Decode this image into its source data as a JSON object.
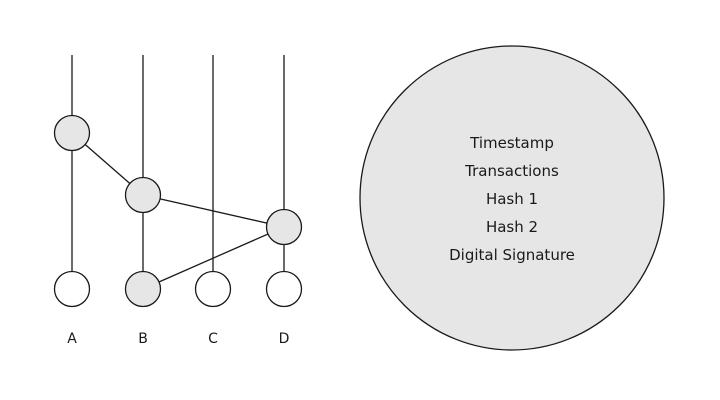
{
  "colors": {
    "line": "#1a1a1a",
    "node_fill_gray": "#e6e6e6",
    "node_fill_white": "#ffffff",
    "event_circle_fill": "#e6e6e6"
  },
  "dag": {
    "columns": [
      {
        "label": "A"
      },
      {
        "label": "B"
      },
      {
        "label": "C"
      },
      {
        "label": "D"
      }
    ]
  },
  "event_details": {
    "fields": [
      "Timestamp",
      "Transactions",
      "Hash 1",
      "Hash 2",
      "Digital Signature"
    ]
  }
}
